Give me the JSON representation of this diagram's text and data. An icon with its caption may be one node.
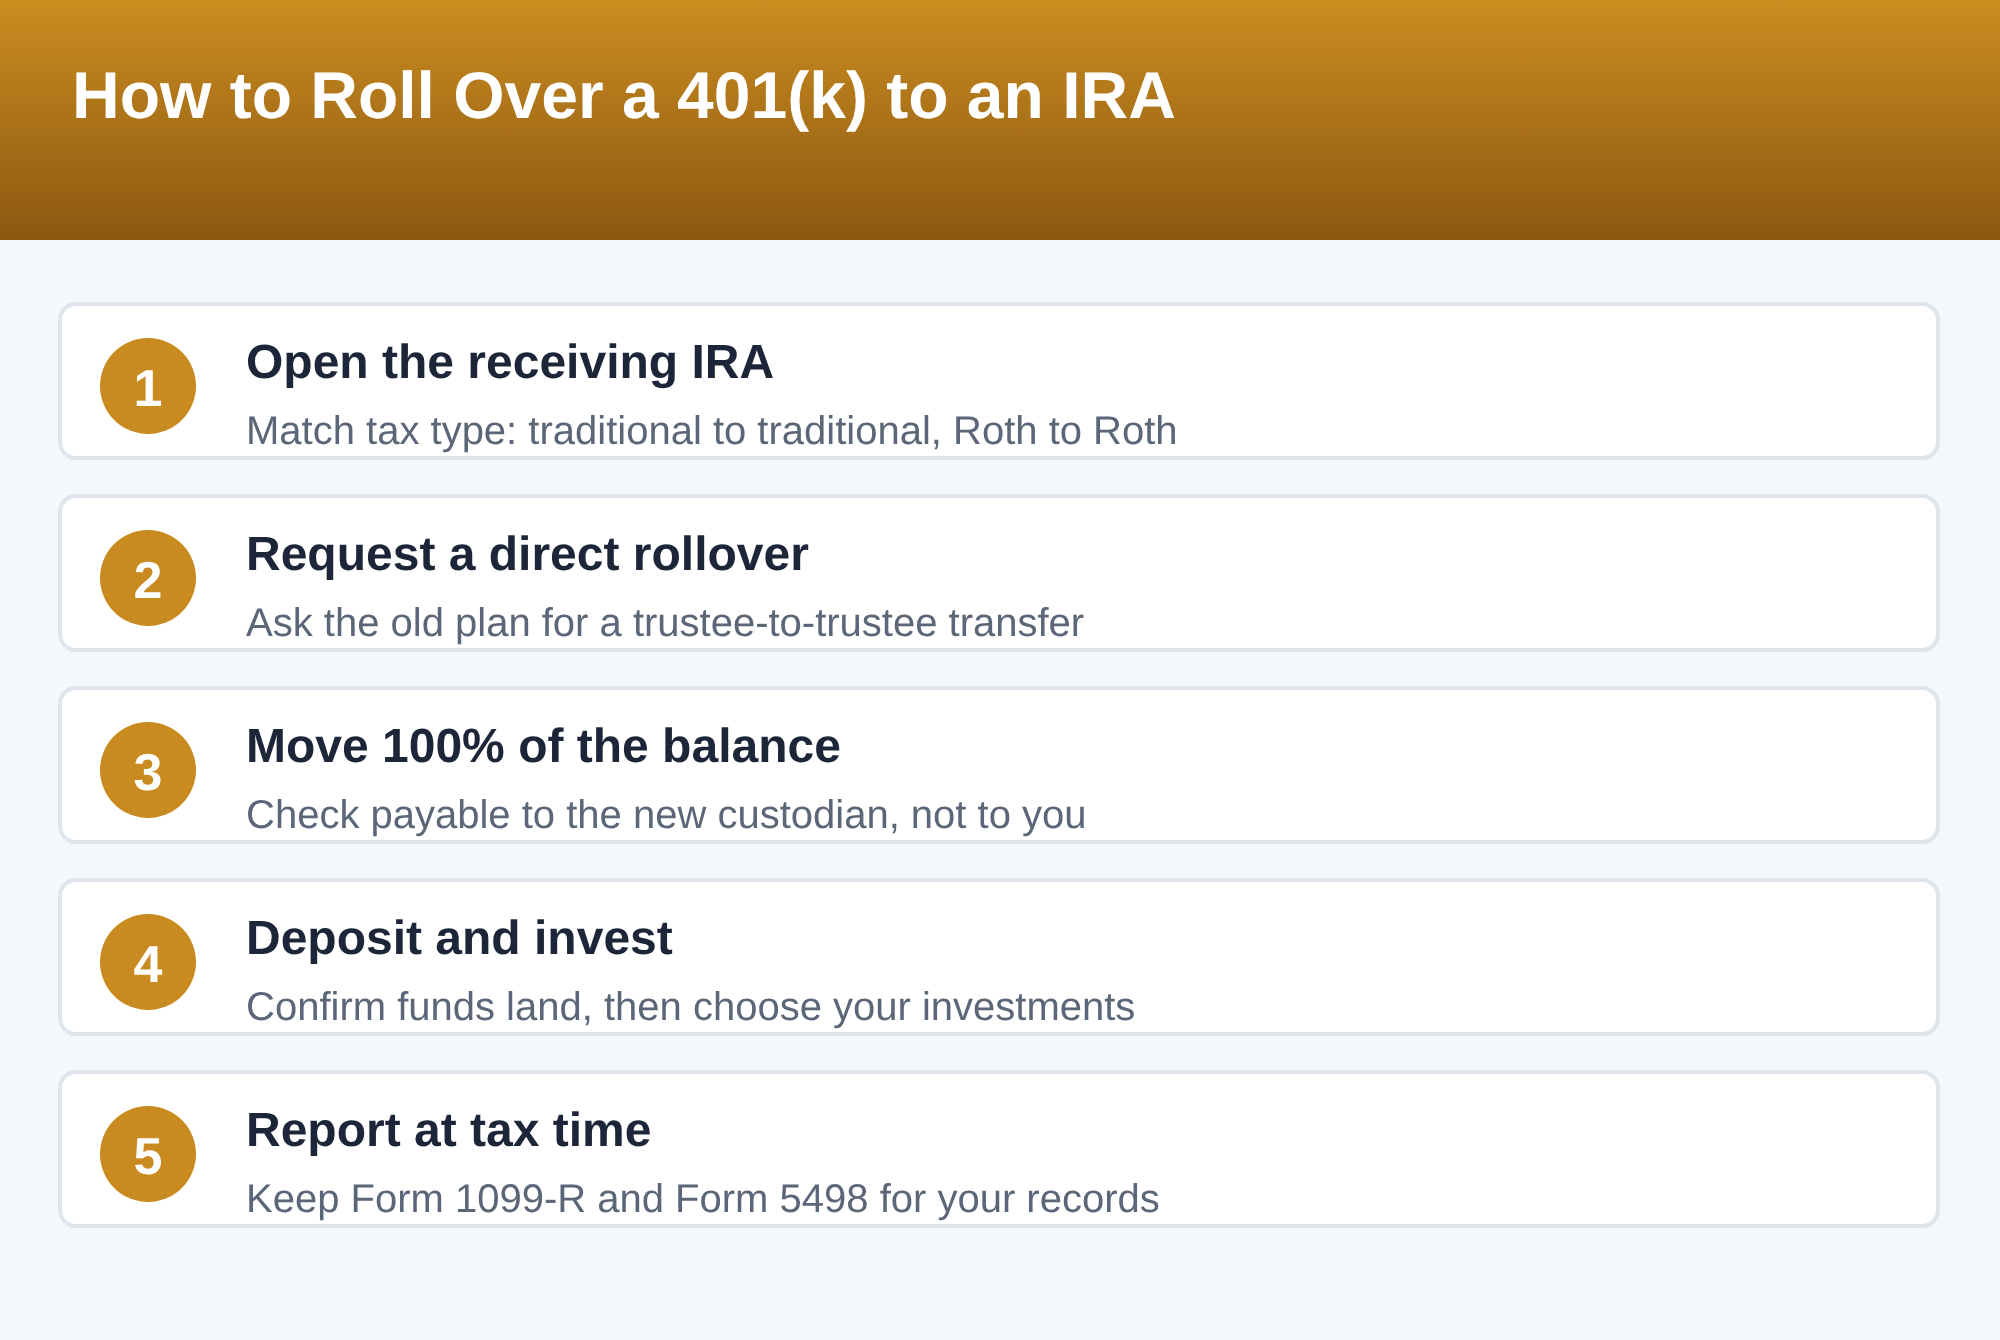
{
  "diagram": {
    "title": "How to Roll Over a 401(k) to an IRA",
    "nodes": [
      {
        "text": [
          "Open the receiving IRA",
          "Match tax type: traditional to traditional, Roth to Roth"
        ]
      },
      {
        "text": [
          "1"
        ],
        "in": 0
      },
      {
        "text": [
          "Request a direct rollover",
          "Ask the old plan for a trustee-to-trustee transfer"
        ]
      },
      {
        "text": [
          "2"
        ],
        "in": 2
      },
      {
        "text": [
          "Move 100% of the balance",
          "Check payable to the new custodian, not to you"
        ]
      },
      {
        "text": [
          "3"
        ],
        "in": 4
      },
      {
        "text": [
          "Deposit and invest",
          "Confirm funds land, then choose your investments"
        ]
      },
      {
        "text": [
          "4"
        ],
        "in": 6
      },
      {
        "text": [
          "Report at tax time",
          "Keep Form 1099-R and Form 5498 for your records"
        ]
      },
      {
        "text": [
          "5"
        ],
        "in": 8
      }
    ],
    "edges": []
  }
}
